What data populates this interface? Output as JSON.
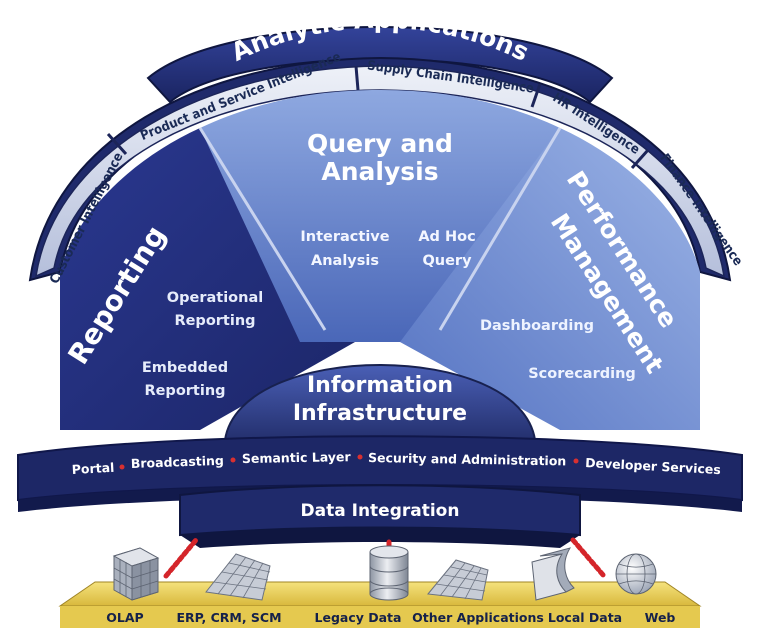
{
  "analytic_applications": {
    "title": "Analytic Applications",
    "items": [
      "Customer Intelligence",
      "Product and Service Intelligence",
      "Supply Chain Intelligence",
      "HR Intelligence",
      "Finance Intelligence"
    ]
  },
  "sectors": {
    "reporting": {
      "title": "Reporting",
      "items": [
        "Operational",
        "Reporting",
        "Embedded",
        "Reporting"
      ]
    },
    "query_analysis": {
      "title_line1": "Query and",
      "title_line2": "Analysis",
      "items": [
        "Interactive",
        "Analysis",
        "Ad Hoc",
        "Query"
      ]
    },
    "performance_management": {
      "title_line1": "Performance",
      "title_line2": "Management",
      "items": [
        "Dashboarding",
        "Scorecarding"
      ]
    }
  },
  "information_infrastructure": {
    "title_line1": "Information",
    "title_line2": "Infrastructure",
    "services": [
      "Portal",
      "Broadcasting",
      "Semantic Layer",
      "Security and Administration",
      "Developer Services"
    ]
  },
  "data_integration": {
    "label": "Data Integration"
  },
  "data_sources": [
    "OLAP",
    "ERP, CRM, SCM",
    "Legacy Data",
    "Other Applications",
    "Local Data",
    "Web"
  ],
  "colors": {
    "dark_navy": "#1f2a6b",
    "mid_blue": "#3d55a6",
    "light_blue": "#6f8fd0",
    "arc_fill": "#c9d0e4",
    "gold_base": "#e9cf5a",
    "separator_dot": "#d83030"
  }
}
